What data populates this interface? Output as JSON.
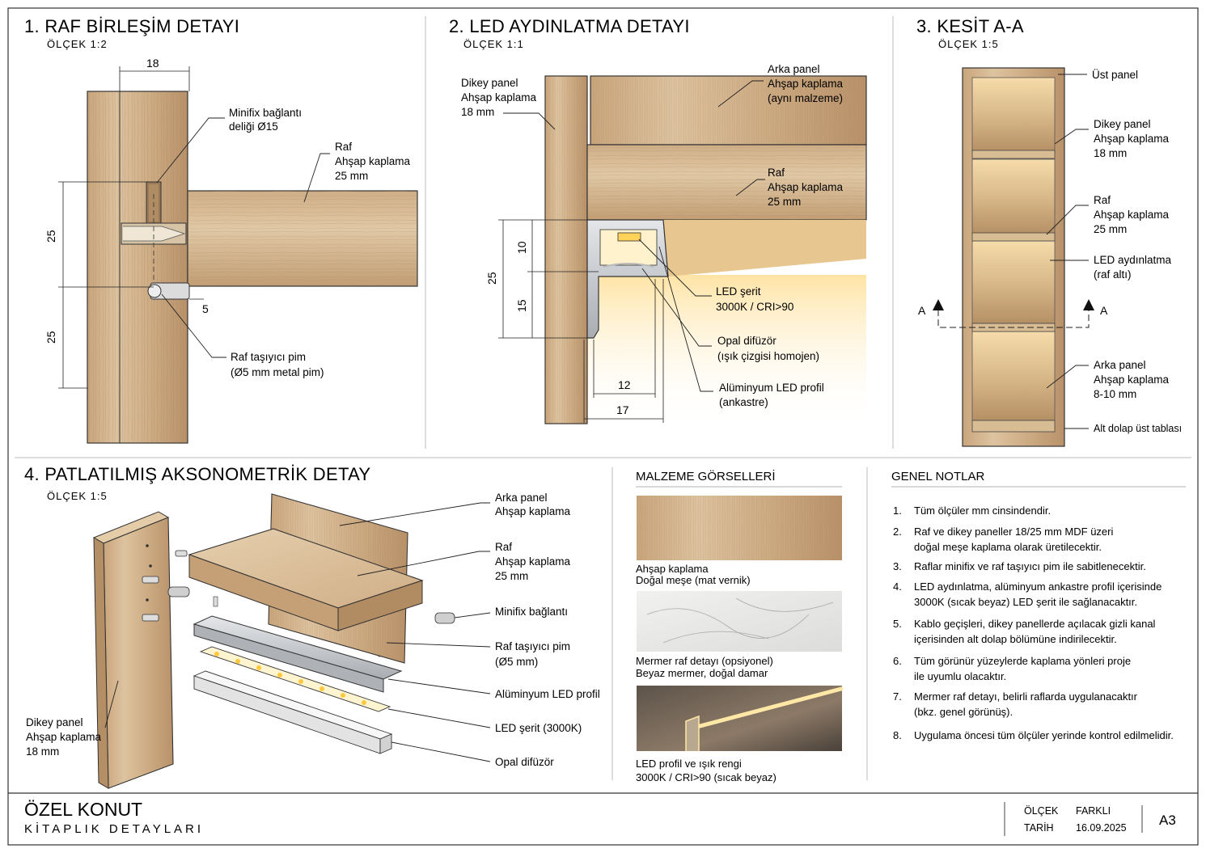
{
  "colors": {
    "wood_light": "#dcc3a0",
    "wood_mid": "#c8a57c",
    "wood_dark": "#9b7650",
    "line": "#222222",
    "aluminum": "#c9ccd0",
    "led_glow": "#ffe6a8"
  },
  "panel1": {
    "title": "1. RAF BİRLEŞİM DETAYI",
    "scale": "ÖLÇEK 1:2",
    "dim_top": "18",
    "dim_a": "25",
    "dim_b": "25",
    "dim_pin": "5",
    "minifix": [
      "Minifix bağlantı",
      "deliği  Ø15"
    ],
    "shelf": [
      "Raf",
      "Ahşap kaplama",
      "25 mm"
    ],
    "pin": [
      "Raf taşıyıcı pim",
      "(Ø5 mm metal pim)"
    ]
  },
  "panel2": {
    "title": "2. LED AYDINLATMA DETAYI",
    "scale": "ÖLÇEK  1:1",
    "vertical": [
      "Dikey panel",
      "Ahşap kaplama",
      "18 mm"
    ],
    "back": [
      "Arka panel",
      "Ahşap kaplama",
      "(aynı malzeme)"
    ],
    "shelf": [
      "Raf",
      "Ahşap kaplama",
      "25 mm"
    ],
    "strip": [
      "LED şerit",
      "3000K / CRI>90"
    ],
    "diffuser": [
      "Opal difüzör",
      "(ışık çizgisi homojen)"
    ],
    "profile": [
      "Alüminyum LED profil",
      "(ankastre)"
    ],
    "dim_total": "25",
    "dim_a": "10",
    "dim_b": "15",
    "dim_w1": "12",
    "dim_w2": "17"
  },
  "panel3": {
    "title": "3. KESİT A-A",
    "scale": "ÖLÇEK  1:5",
    "top": "Üst panel",
    "vertical": [
      "Dikey panel",
      "Ahşap kaplama",
      "18 mm"
    ],
    "shelf": [
      "Raf",
      "Ahşap kaplama",
      "25 mm"
    ],
    "led": [
      "LED aydınlatma",
      "(raf altı)"
    ],
    "back": [
      "Arka panel",
      "Ahşap kaplama",
      "8-10 mm"
    ],
    "base": "Alt dolap üst tablası",
    "section_mark": "A"
  },
  "panel4": {
    "title": "4. PATLATILMIŞ AKSONOMETRİK DETAY",
    "scale": "ÖLÇEK 1:5",
    "back": [
      "Arka panel",
      "Ahşap kaplama"
    ],
    "shelf": [
      "Raf",
      "Ahşap kaplama",
      "25 mm"
    ],
    "minifix": "Minifix bağlantı",
    "pin": [
      "Raf taşıyıcı pim",
      "(Ø5 mm)"
    ],
    "profile": "Alüminyum LED profil",
    "strip": "LED şerit (3000K)",
    "diffuser": "Opal difüzör",
    "vertical": [
      "Dikey panel",
      "Ahşap kaplama",
      "18 mm"
    ]
  },
  "materials": {
    "title": "MALZEME GÖRSELLERİ",
    "items": [
      {
        "line1": "Ahşap kaplama",
        "line2": "Doğal meşe (mat vernik)"
      },
      {
        "line1": "Mermer raf detayı (opsiyonel)",
        "line2": "Beyaz mermer, doğal damar"
      },
      {
        "line1": "LED profil ve ışık rengi",
        "line2": "3000K / CRI>90 (sıcak beyaz)"
      }
    ]
  },
  "notes": {
    "title": "GENEL NOTLAR",
    "items": [
      {
        "num": "1.",
        "lines": [
          "Tüm ölçüler mm cinsindendir."
        ]
      },
      {
        "num": "2.",
        "lines": [
          "Raf ve dikey paneller 18/25 mm MDF üzeri",
          "doğal meşe kaplama olarak üretilecektir."
        ]
      },
      {
        "num": "3.",
        "lines": [
          "Raflar minifix ve raf taşıyıcı pim ile sabitlenecektir."
        ]
      },
      {
        "num": "4.",
        "lines": [
          "LED aydınlatma, alüminyum ankastre profil içerisinde",
          "3000K (sıcak beyaz) LED şerit ile sağlanacaktır."
        ]
      },
      {
        "num": "5.",
        "lines": [
          "Kablo geçişleri, dikey panellerde açılacak gizli kanal",
          "içerisinden alt dolap bölümüne indirilecektir."
        ]
      },
      {
        "num": "6.",
        "lines": [
          "Tüm görünür yüzeylerde kaplama yönleri proje",
          "ile uyumlu olacaktır."
        ]
      },
      {
        "num": "7.",
        "lines": [
          "Mermer raf detayı, belirli raflarda uygulanacaktır",
          "(bkz. genel görünüş)."
        ]
      },
      {
        "num": "8.",
        "lines": [
          "Uygulama öncesi tüm ölçüler yerinde kontrol edilmelidir."
        ]
      }
    ]
  },
  "titleblock": {
    "project": "ÖZEL KONUT",
    "subtitle": "KİTAPLIK DETAYLARI",
    "scale_label": "ÖLÇEK",
    "scale_value": "FARKLI",
    "date_label": "TARİH",
    "date_value": "16.09.2025",
    "sheet": "A3"
  }
}
